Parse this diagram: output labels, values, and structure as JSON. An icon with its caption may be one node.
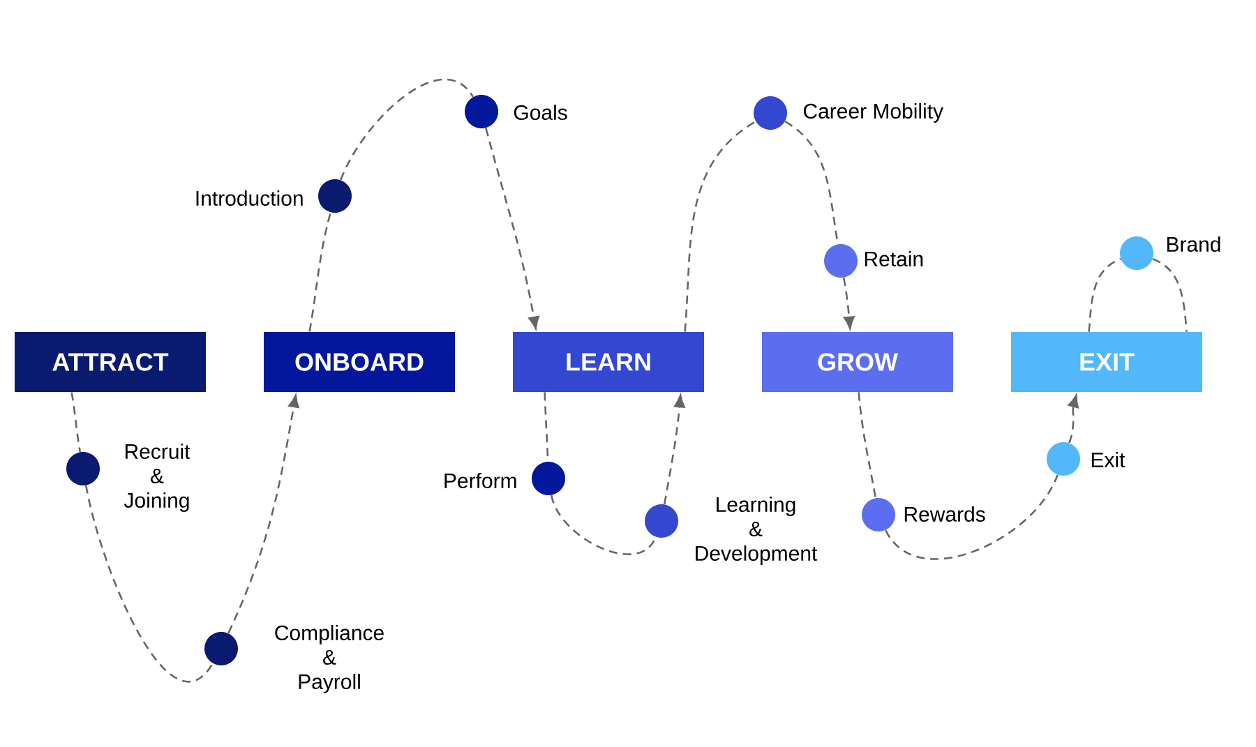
{
  "diagram": {
    "nodes": [
      {
        "text": [
          "ATTRACT"
        ]
      },
      {
        "text": [
          "ONBOARD"
        ]
      },
      {
        "text": [
          "LEARN"
        ]
      },
      {
        "text": [
          "GROW"
        ]
      },
      {
        "text": [
          "EXIT"
        ]
      },
      {
        "text": [],
        "shape": "circle",
        "beside": [
          "Recruit & Joining"
        ]
      },
      {
        "text": [],
        "shape": "circle",
        "beside": [
          "Compliance & Payroll"
        ]
      },
      {
        "text": [],
        "shape": "circle",
        "beside": [
          "Introduction"
        ]
      },
      {
        "text": [],
        "shape": "circle",
        "beside": [
          "Goals"
        ]
      },
      {
        "text": [],
        "shape": "circle",
        "beside": [
          "Perform"
        ]
      },
      {
        "text": [],
        "shape": "circle",
        "beside": [
          "Learning & Development"
        ]
      },
      {
        "text": [],
        "shape": "circle",
        "beside": [
          "Career Mobility"
        ]
      },
      {
        "text": [],
        "shape": "circle",
        "beside": [
          "Retain"
        ]
      },
      {
        "text": [],
        "shape": "circle",
        "beside": [
          "Rewards"
        ]
      },
      {
        "text": [],
        "shape": "circle",
        "beside": [
          "Exit"
        ]
      },
      {
        "text": [],
        "shape": "circle",
        "beside": [
          "Brand"
        ]
      }
    ],
    "edges": [
      {
        "from": 0,
        "to": 5,
        "arrow": "none",
        "style": "dashed"
      },
      {
        "from": 5,
        "to": 6,
        "arrow": "none",
        "style": "dashed"
      },
      {
        "from": 6,
        "to": 1,
        "arrow": "to",
        "style": "dashed"
      },
      {
        "from": 1,
        "to": 7,
        "arrow": "none",
        "style": "dashed"
      },
      {
        "from": 7,
        "to": 8,
        "arrow": "none",
        "style": "dashed"
      },
      {
        "from": 8,
        "to": 2,
        "arrow": "to",
        "style": "dashed"
      },
      {
        "from": 2,
        "to": 9,
        "arrow": "none",
        "style": "dashed"
      },
      {
        "from": 9,
        "to": 10,
        "arrow": "none",
        "style": "dashed"
      },
      {
        "from": 10,
        "to": 2,
        "arrow": "to",
        "style": "dashed"
      },
      {
        "from": 2,
        "to": 11,
        "arrow": "none",
        "style": "dashed"
      },
      {
        "from": 11,
        "to": 12,
        "arrow": "none",
        "style": "dashed"
      },
      {
        "from": 12,
        "to": 3,
        "arrow": "to",
        "style": "dashed"
      },
      {
        "from": 3,
        "to": 13,
        "arrow": "none",
        "style": "dashed"
      },
      {
        "from": 13,
        "to": 14,
        "arrow": "none",
        "style": "dashed"
      },
      {
        "from": 14,
        "to": 4,
        "arrow": "to",
        "style": "dashed"
      },
      {
        "from": 4,
        "to": 15,
        "arrow": "none",
        "style": "dashed"
      },
      {
        "from": 15,
        "to": 4,
        "arrow": "none",
        "style": "dashed"
      }
    ]
  }
}
